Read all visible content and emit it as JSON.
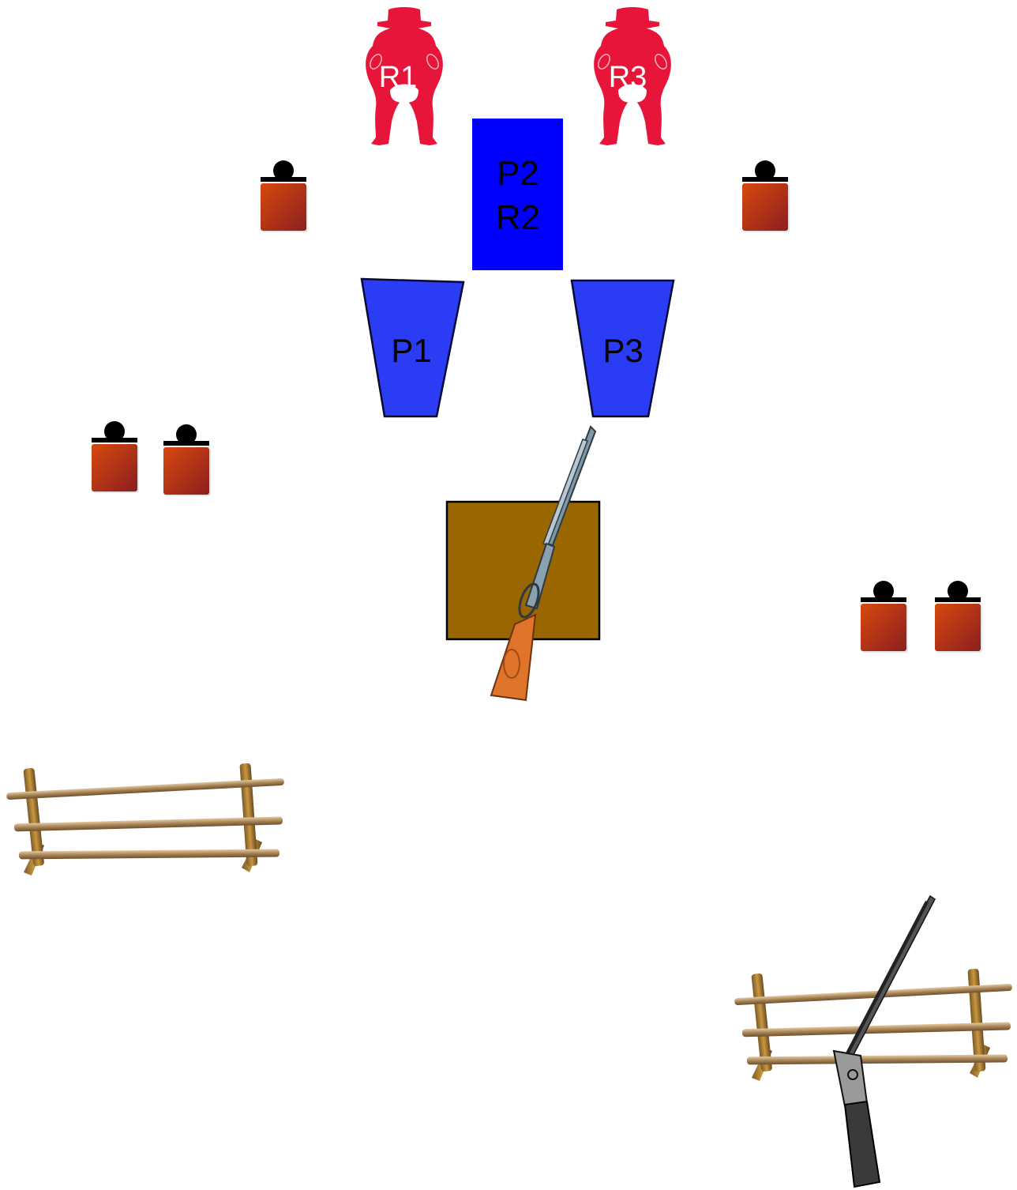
{
  "labels": {
    "rifle_targets": [
      "R1",
      "R3"
    ],
    "center_box": [
      "P2",
      "R2"
    ],
    "pistol_targets": [
      "P1",
      "P3"
    ]
  },
  "colors": {
    "rifle_target": "#e8153a",
    "pistol_target": "#0000ff",
    "shotgun_target_body": "#b83a12",
    "shotgun_target_head": "#000000",
    "table": "#996600",
    "fence_wood": "#9c7a4a"
  },
  "icons": {
    "rifle": "lever-action-rifle",
    "shotgun": "double-barrel-shotgun",
    "fence": "split-rail-fence"
  }
}
